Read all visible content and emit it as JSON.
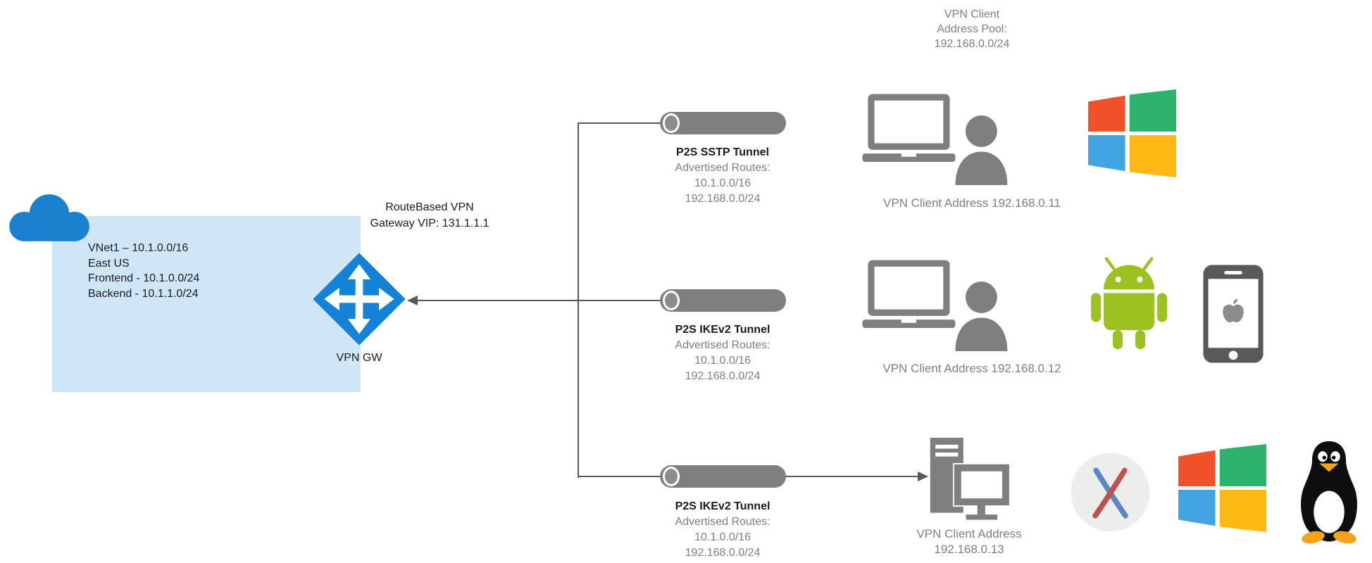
{
  "pool": {
    "line1": "VPN Client",
    "line2": "Address Pool:",
    "line3": "192.168.0.0/24"
  },
  "vnet": {
    "line1": "VNet1 – 10.1.0.0/16",
    "line2": "East US",
    "line3": "Frontend - 10.1.0.0/24",
    "line4": "Backend - 10.1.1.0/24"
  },
  "gateway": {
    "info_line1": "RouteBased VPN",
    "info_line2": "Gateway VIP: 131.1.1.1",
    "label": "VPN GW"
  },
  "tunnels": [
    {
      "title": "P2S SSTP Tunnel",
      "routes_label": "Advertised Routes:",
      "route1": "10.1.0.0/16",
      "route2": "192.168.0.0/24"
    },
    {
      "title": "P2S IKEv2 Tunnel",
      "routes_label": "Advertised Routes:",
      "route1": "10.1.0.0/16",
      "route2": "192.168.0.0/24"
    },
    {
      "title": "P2S IKEv2 Tunnel",
      "routes_label": "Advertised Routes:",
      "route1": "10.1.0.0/16",
      "route2": "192.168.0.0/24"
    }
  ],
  "clients": [
    {
      "label": "VPN Client Address 192.168.0.11",
      "platform_icons": [
        "windows-logo"
      ]
    },
    {
      "label": "VPN Client Address 192.168.0.12",
      "platform_icons": [
        "android-logo",
        "iphone"
      ]
    },
    {
      "label_line1": "VPN Client Address",
      "label_line2": "192.168.0.13",
      "platform_icons": [
        "macos-x-logo",
        "windows-logo",
        "linux-tux"
      ]
    }
  ],
  "colors": {
    "azure_blue": "#1b81ce",
    "gateway_blue": "#1482d7",
    "vnet_fill": "#cfe6f7",
    "icon_gray": "#7f7f7f",
    "line_gray": "#595959",
    "text_gray": "#7f7f7f",
    "win_red": "#f0512b",
    "win_green": "#2db36d",
    "win_blue": "#42a5e2",
    "win_yellow": "#fdb913",
    "android_green": "#9cc121",
    "phone_gray": "#58595b",
    "tux_orange": "#f6a21d",
    "macx_blue": "#5d87c4",
    "macx_red": "#c0504d"
  }
}
